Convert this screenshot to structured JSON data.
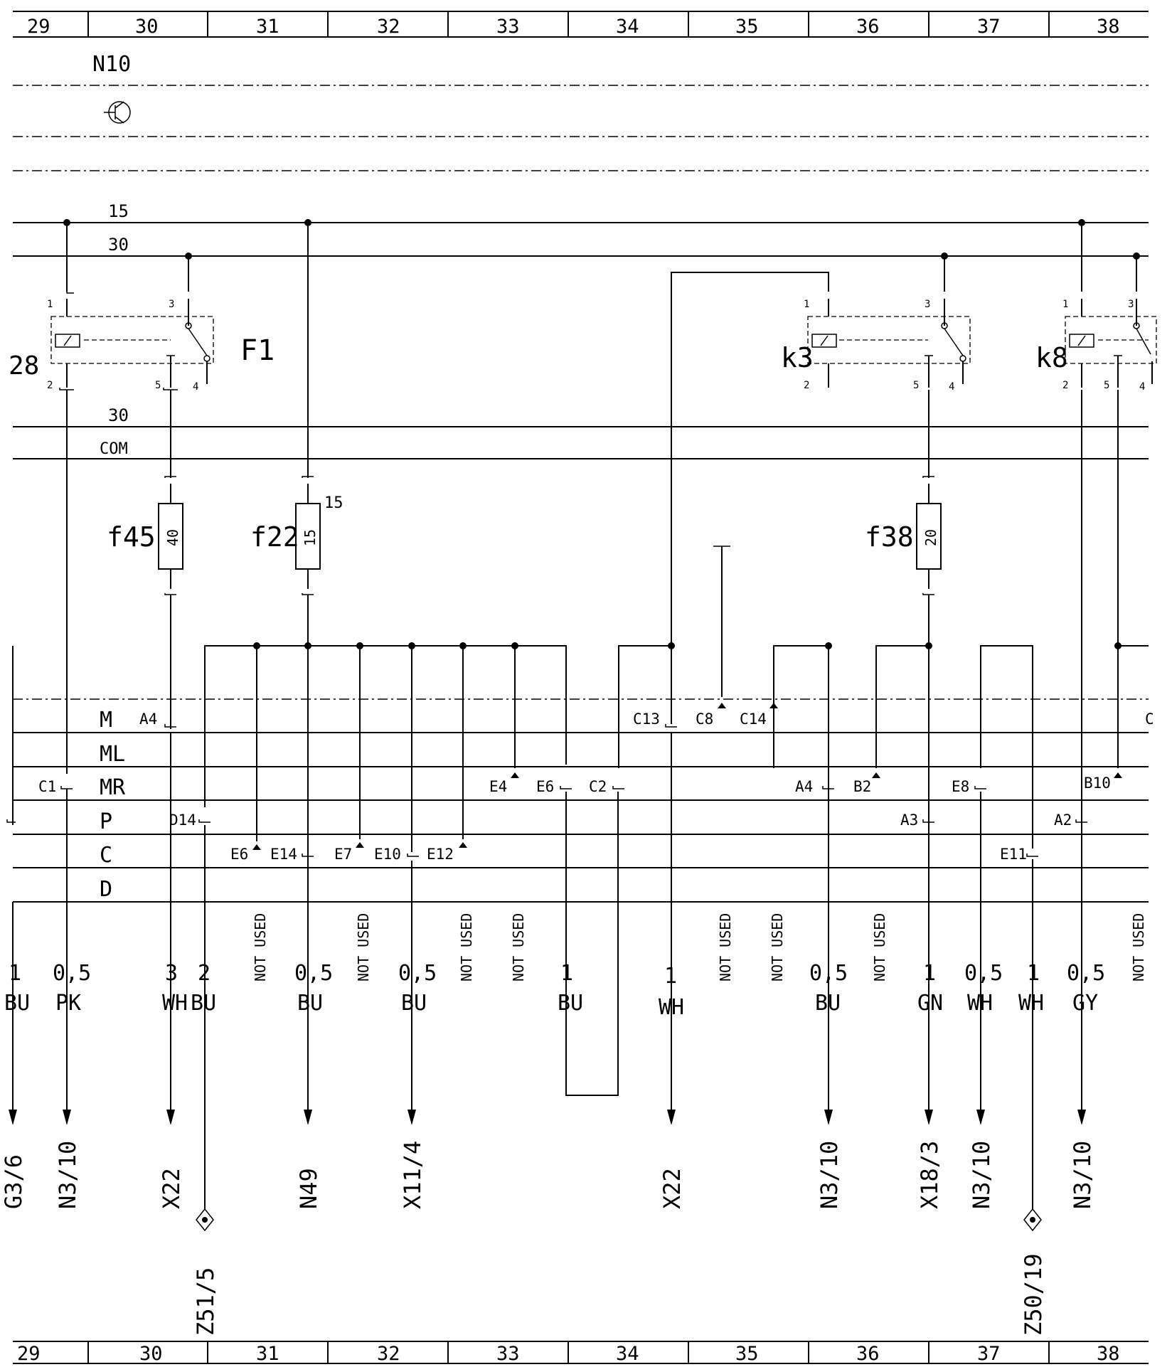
{
  "zones": [
    "29",
    "30",
    "31",
    "32",
    "33",
    "34",
    "35",
    "36",
    "37",
    "38"
  ],
  "module": "N10",
  "rails": {
    "top_15": "15",
    "top_30": "30",
    "mid_30": "30",
    "com": "COM"
  },
  "relays": [
    {
      "name": "F1",
      "suffix_label": "28"
    },
    {
      "name": "k3"
    },
    {
      "name": "k8"
    }
  ],
  "relay_pins": [
    "1",
    "2",
    "3",
    "4",
    "5"
  ],
  "fuses": [
    {
      "name": "f45",
      "rating": "40"
    },
    {
      "name": "f22",
      "rating": "15",
      "note": "15"
    },
    {
      "name": "f38",
      "rating": "20"
    }
  ],
  "connectors": [
    "M",
    "ML",
    "MR",
    "P",
    "C",
    "D"
  ],
  "pins": [
    {
      "id": "A4"
    },
    {
      "id": "C1"
    },
    {
      "id": "D14"
    },
    {
      "id": "E6"
    },
    {
      "id": "E14"
    },
    {
      "id": "E7"
    },
    {
      "id": "E10"
    },
    {
      "id": "E12"
    },
    {
      "id": "E4"
    },
    {
      "id": "E6"
    },
    {
      "id": "C2"
    },
    {
      "id": "C13"
    },
    {
      "id": "C8"
    },
    {
      "id": "C14"
    },
    {
      "id": "A4"
    },
    {
      "id": "B2"
    },
    {
      "id": "A3"
    },
    {
      "id": "E8"
    },
    {
      "id": "E11"
    },
    {
      "id": "A2"
    },
    {
      "id": "B10"
    },
    {
      "id": "C"
    }
  ],
  "not_used": "NOT USED",
  "wires": [
    {
      "size": "1",
      "color": "BU",
      "dest": "G3/6"
    },
    {
      "size": "0,5",
      "color": "PK",
      "dest": "N3/10"
    },
    {
      "size": "3",
      "color": "WH",
      "dest": "X22"
    },
    {
      "size": "2",
      "color": "BU",
      "dest": "Z51/5"
    },
    {
      "size": "0,5",
      "color": "BU",
      "dest": "N49"
    },
    {
      "size": "0,5",
      "color": "BU",
      "dest": "X11/4"
    },
    {
      "size": "1",
      "color": "BU",
      "dest": ""
    },
    {
      "size": "1",
      "color": "WH",
      "dest": "X22"
    },
    {
      "size": "0,5",
      "color": "BU",
      "dest": "N3/10"
    },
    {
      "size": "1",
      "color": "GN",
      "dest": "X18/3"
    },
    {
      "size": "0,5",
      "color": "WH",
      "dest": "N3/10"
    },
    {
      "size": "1",
      "color": "WH",
      "dest": "Z50/19"
    },
    {
      "size": "0,5",
      "color": "GY",
      "dest": "N3/10"
    }
  ]
}
